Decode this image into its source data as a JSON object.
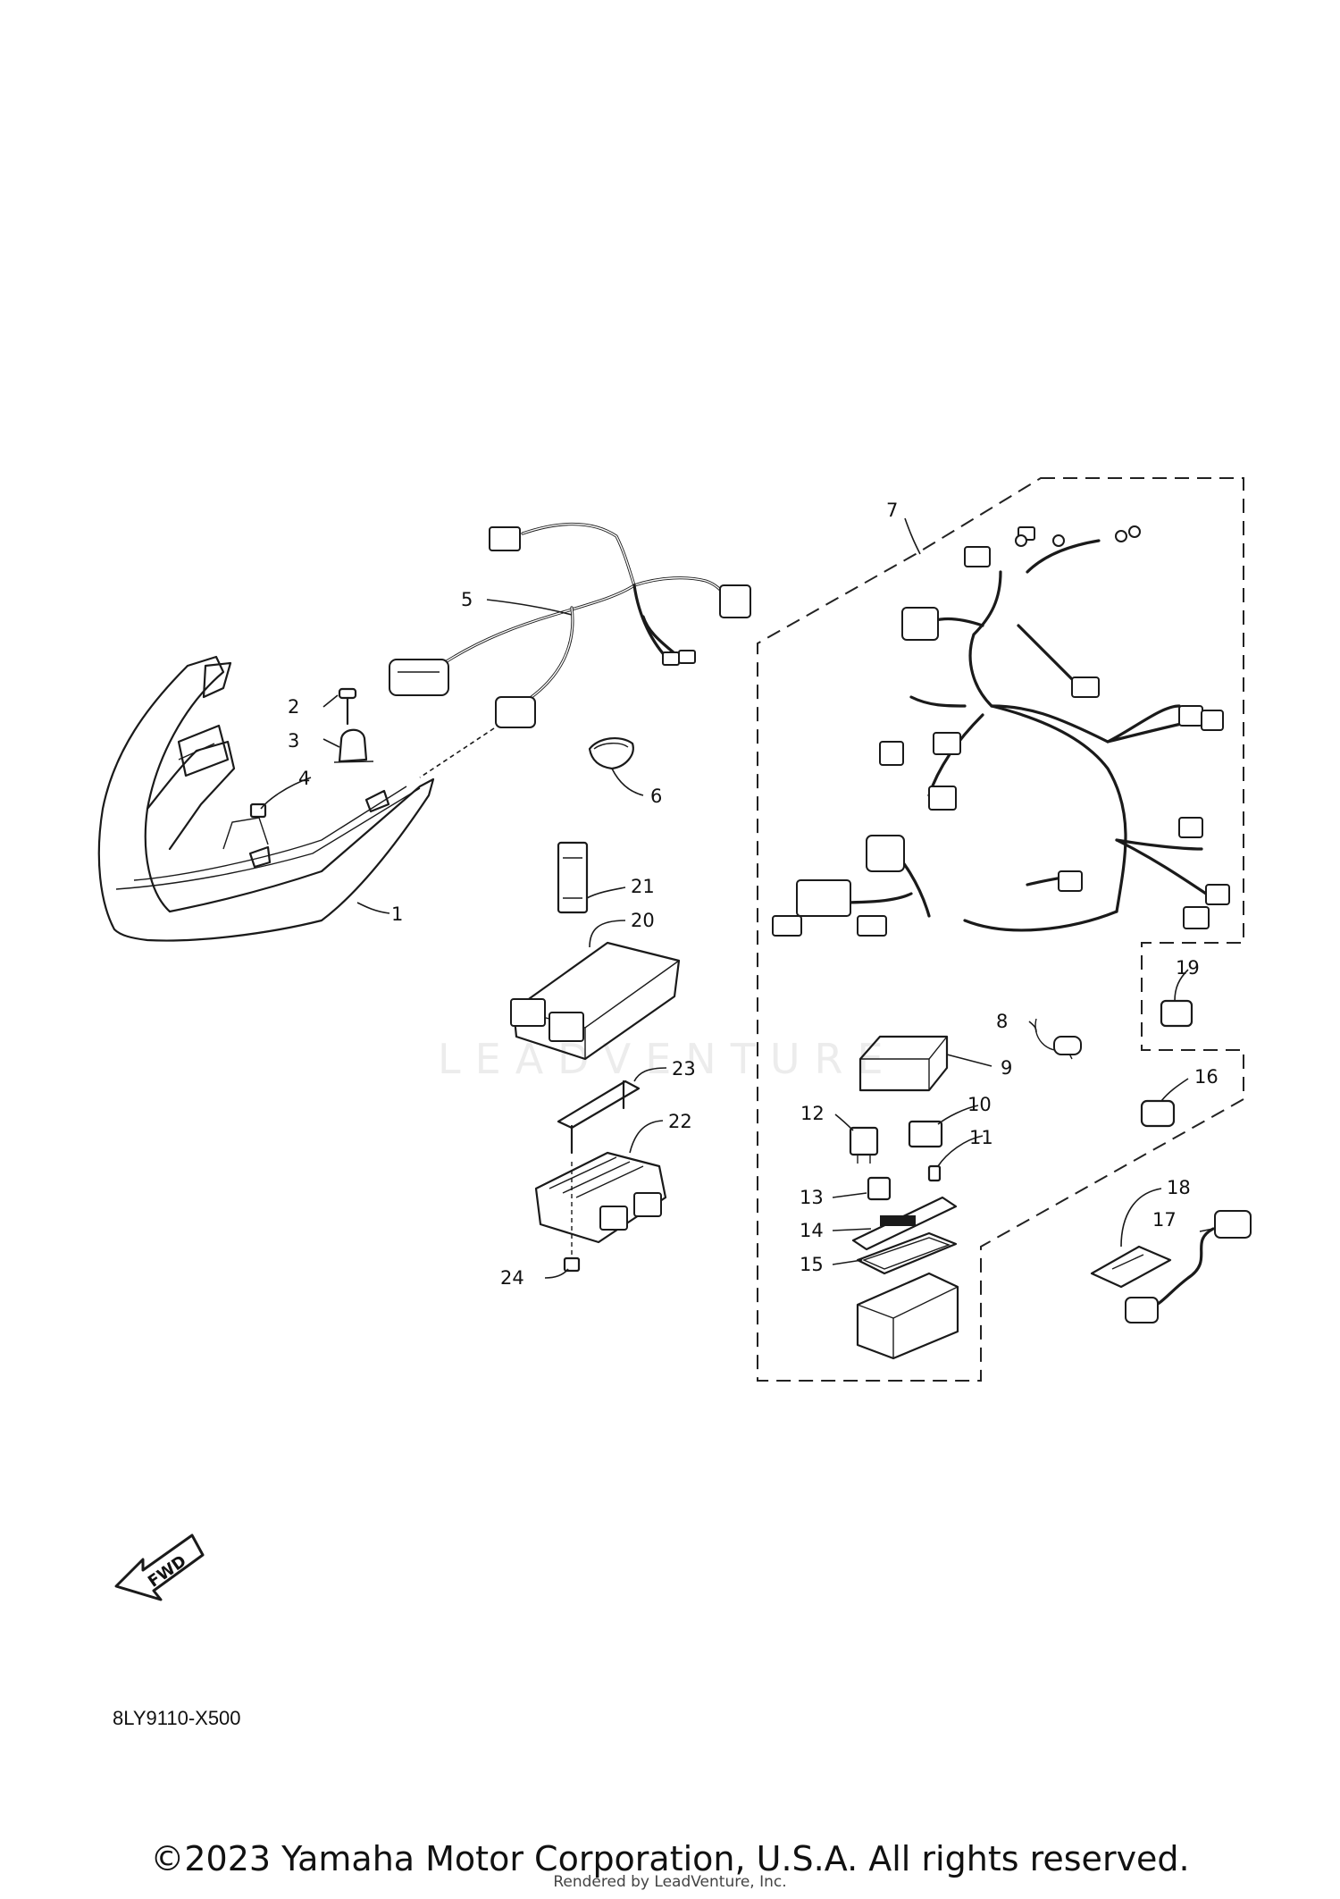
{
  "callouts": [
    "1",
    "2",
    "3",
    "4",
    "5",
    "6",
    "7",
    "8",
    "9",
    "10",
    "11",
    "12",
    "13",
    "14",
    "15",
    "16",
    "17",
    "18",
    "19",
    "20",
    "21",
    "22",
    "23",
    "24"
  ],
  "fwd_label": "FWD",
  "diagram_code": "8LY9110-X500",
  "copyright": "©2023 Yamaha Motor Corporation, U.S.A. All rights reserved.",
  "rendered_by": "Rendered by LeadVenture, Inc.",
  "watermark": "LEADVENTURE"
}
